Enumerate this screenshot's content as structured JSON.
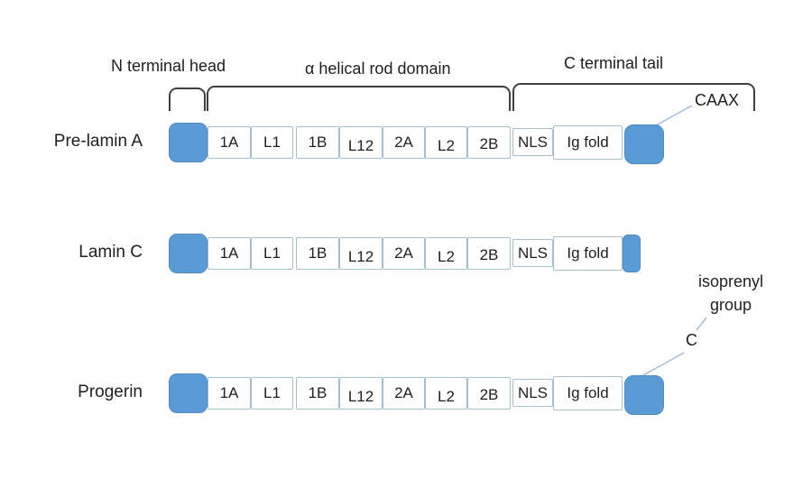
{
  "header": {
    "region_labels": [
      "N terminal head",
      "α helical rod domain",
      "C terminal tail"
    ],
    "caax": "CAAX"
  },
  "segments": [
    "1A",
    "L1",
    "1B",
    "L12",
    "2A",
    "L2",
    "2B",
    "NLS",
    "Ig fold"
  ],
  "rows": [
    {
      "label": "Pre-lamin A"
    },
    {
      "label": "Lamin C"
    },
    {
      "label": "Progerin"
    }
  ],
  "annotations": {
    "isoprenyl_group": "isoprenyl group",
    "c_terminus": "C"
  },
  "colors": {
    "box_fill": "#5b9bd5",
    "box_border": "#4f8ac0",
    "segment_border": "#a4bfd0",
    "bracket": "#3f3f3f",
    "connector": "#a3bdd8",
    "text": "#1f1f1f"
  }
}
